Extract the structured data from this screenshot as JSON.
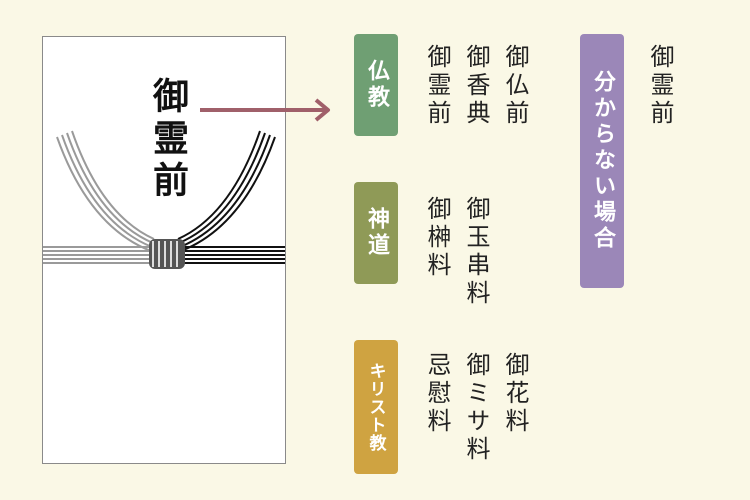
{
  "envelope": {
    "title": "御霊前",
    "line_colors": {
      "left": "#999999",
      "right": "#111111"
    }
  },
  "arrow": {
    "color": "#a0606a"
  },
  "categories": {
    "buddhism": {
      "label": "仏教",
      "color": "#6f9f73",
      "phrases": [
        "御仏前",
        "御香典",
        "御霊前"
      ]
    },
    "shinto": {
      "label": "神道",
      "color": "#8f9a57",
      "phrases": [
        "御玉串料",
        "御榊料"
      ]
    },
    "christian": {
      "label": "キリスト教",
      "color": "#cfa341",
      "phrases": [
        "御花料",
        "御ミサ料",
        "忌慰料"
      ]
    },
    "unknown": {
      "label": "分からない場合",
      "color": "#9b87b8",
      "phrases": [
        "御霊前"
      ]
    }
  }
}
